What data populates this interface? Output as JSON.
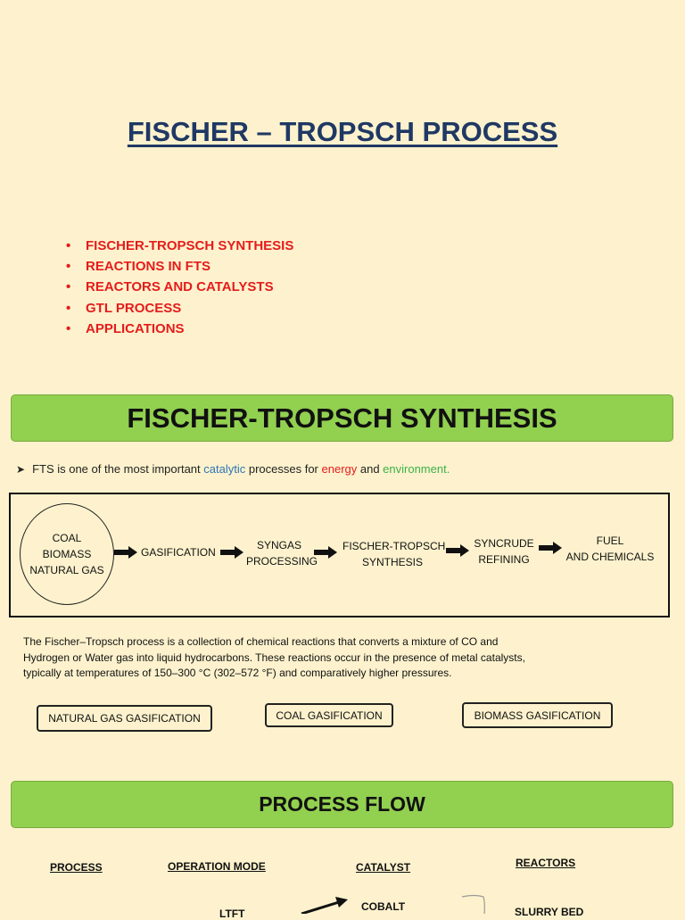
{
  "title": "FISCHER – TROPSCH PROCESS",
  "bullets": [
    "FISCHER-TROPSCH SYNTHESIS",
    "REACTIONS IN FTS",
    "REACTORS AND CATALYSTS",
    "GTL PROCESS",
    "APPLICATIONS"
  ],
  "section1": {
    "heading": "FISCHER-TROPSCH SYNTHESIS"
  },
  "fts_intro": {
    "arrow": "➤",
    "prefix": "FTS is one of the most important ",
    "catalytic": "catalytic",
    "middle": " processes for ",
    "energy": "energy",
    "and": " and ",
    "environment": "environment."
  },
  "flow": {
    "feed": [
      "COAL",
      "BIOMASS",
      "NATURAL GAS"
    ],
    "steps": [
      {
        "line1": "GASIFICATION",
        "line2": ""
      },
      {
        "line1": "SYNGAS",
        "line2": "PROCESSING"
      },
      {
        "line1": "FISCHER-TROPSCH",
        "line2": "SYNTHESIS"
      },
      {
        "line1": "SYNCRUDE",
        "line2": "REFINING"
      },
      {
        "line1": "FUEL",
        "line2": "AND CHEMICALS"
      }
    ]
  },
  "paragraph": [
    "The Fischer–Tropsch process is a collection of chemical reactions that converts a mixture of CO and",
    "Hydrogen or Water gas into liquid hydrocarbons. These reactions occur in the presence of metal catalysts,",
    "typically at temperatures of 150–300 °C (302–572 °F) and comparatively higher pressures."
  ],
  "gasification_types": [
    "NATURAL GAS GASIFICATION",
    "COAL GASIFICATION",
    "BIOMASS GASIFICATION"
  ],
  "section2": {
    "heading": "PROCESS FLOW"
  },
  "process_flow": {
    "columns": [
      "PROCESS",
      "OPERATION MODE",
      "CATALYST",
      "REACTORS"
    ],
    "ltft": "LTFT",
    "cobalt": "COBALT",
    "slurry_bed": "SLURRY BED"
  },
  "colors": {
    "background": "#fdf2cd",
    "title": "#1f3864",
    "bullet": "#e51c1c",
    "band": "#92d050",
    "catalytic": "#2e75b6",
    "energy": "#e51c1c",
    "environment": "#3eb04a"
  },
  "icons": {
    "flow_arrow": "right-arrow-icon",
    "bullet": "bullet-dot-icon"
  }
}
